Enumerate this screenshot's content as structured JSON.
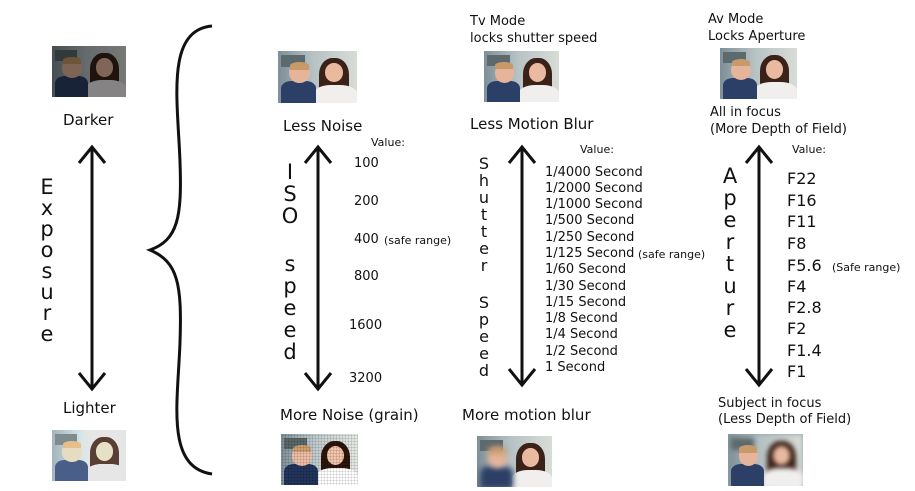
{
  "exposure": {
    "top_label": "Darker",
    "bottom_label": "Lighter",
    "axis_letters": [
      "E",
      "x",
      "p",
      "o",
      "s",
      "u",
      "r",
      "e"
    ]
  },
  "iso": {
    "top_label": "Less Noise",
    "bottom_label": "More Noise (grain)",
    "value_header": "Value:",
    "axis_letters": [
      "I",
      "S",
      "O",
      "",
      "s",
      "p",
      "e",
      "e",
      "d"
    ],
    "values": [
      "100",
      "200",
      "400",
      "800",
      "1600",
      "3200"
    ],
    "safe_note": "(safe range)"
  },
  "shutter": {
    "mode_title": "Tv Mode",
    "mode_subtitle": "locks shutter speed",
    "top_label": "Less Motion Blur",
    "bottom_label": "More motion blur",
    "value_header": "Value:",
    "axis_letters": [
      "S",
      "h",
      "u",
      "t",
      "t",
      "e",
      "r",
      "",
      "S",
      "p",
      "e",
      "e",
      "d"
    ],
    "values": [
      "1/4000 Second",
      "1/2000 Second",
      "1/1000 Second",
      "1/500 Second",
      "1/250 Second",
      "1/125 Second",
      "1/60 Second",
      "1/30 Second",
      "1/15 Second",
      "1/8 Second",
      "1/4 Second",
      "1/2 Second",
      "1 Second"
    ],
    "safe_note": "(safe range)"
  },
  "aperture": {
    "mode_title": "Av Mode",
    "mode_subtitle": "Locks Aperture",
    "top_label": "All in focus",
    "top_sublabel": "(More Depth of Field)",
    "bottom_label": "Subject in focus",
    "bottom_sublabel": "(Less Depth of Field)",
    "value_header": "Value:",
    "axis_letters": [
      "A",
      "p",
      "e",
      "r",
      "t",
      "u",
      "r",
      "e"
    ],
    "values": [
      "F22",
      "F16",
      "F11",
      "F8",
      "F5.6",
      "F4",
      "F2.8",
      "F2",
      "F1.4",
      "F1"
    ],
    "safe_note": "(Safe range)"
  },
  "colors": {
    "ink": "#111111",
    "background": "#ffffff"
  },
  "icons": [
    "photo-dark",
    "photo-light",
    "photo-iso-low",
    "photo-iso-high",
    "photo-shutter-fast",
    "photo-shutter-slow",
    "photo-aperture-narrow",
    "photo-aperture-wide",
    "brace-icon",
    "double-arrow-icon"
  ]
}
